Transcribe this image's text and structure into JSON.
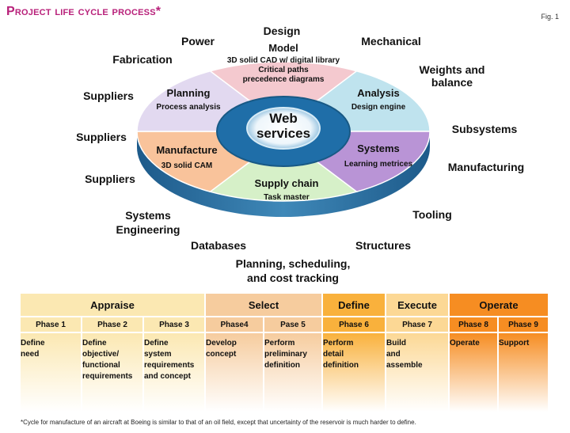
{
  "title": "Project life cycle process*",
  "fig_label": "Fig. 1",
  "hub": {
    "line1": "Web",
    "line2": "services"
  },
  "segments": {
    "design": {
      "title": "Model",
      "lines": [
        "3D solid CAD w/ digital library",
        "Critical paths",
        "precedence diagrams"
      ]
    },
    "analysis": {
      "title": "Analysis",
      "sub": "Design engine"
    },
    "systems": {
      "title": "Systems",
      "sub": "Learning metrices"
    },
    "supply": {
      "title": "Supply chain",
      "sub": "Task master"
    },
    "manufacture": {
      "title": "Manufacture",
      "sub": "3D solid CAM"
    },
    "planning": {
      "title": "Planning",
      "sub": "Process analysis"
    }
  },
  "outer_labels": {
    "design": "Design",
    "power": "Power",
    "mechanical": "Mechanical",
    "fabrication": "Fabrication",
    "weights1": "Weights and",
    "weights2": "balance",
    "suppliers1": "Suppliers",
    "suppliers2": "Suppliers",
    "suppliers3": "Suppliers",
    "subsystems": "Subsystems",
    "manufacturing": "Manufacturing",
    "tooling": "Tooling",
    "systems_eng1": "Systems",
    "systems_eng2": "Engineering",
    "databases": "Databases",
    "structures": "Structures",
    "planning1": "Planning, scheduling,",
    "planning2": "and cost tracking"
  },
  "stages": [
    {
      "name": "Appraise",
      "color": "#fbe8b2",
      "phases": [
        {
          "phase": "Phase 1",
          "activity": [
            "Define",
            "need"
          ]
        },
        {
          "phase": "Phase 2",
          "activity": [
            "Define",
            "objective/",
            "functional",
            "requirements"
          ]
        },
        {
          "phase": "Phase 3",
          "activity": [
            "Define",
            "system",
            "requirements",
            "and concept"
          ]
        }
      ]
    },
    {
      "name": "Select",
      "color": "#f6cc9e",
      "phases": [
        {
          "phase": "Phase4",
          "activity": [
            "Develop",
            "concept"
          ]
        },
        {
          "phase": "Pase 5",
          "activity": [
            "Perform",
            "preliminary",
            "definition"
          ]
        }
      ]
    },
    {
      "name": "Define",
      "color": "#f9b13c",
      "phases": [
        {
          "phase": "Phase 6",
          "activity": [
            "Perform",
            "detail",
            "definition"
          ]
        }
      ]
    },
    {
      "name": "Execute",
      "color": "#fcd895",
      "phases": [
        {
          "phase": "Phase 7",
          "activity": [
            "Build",
            "and",
            "assemble"
          ]
        }
      ]
    },
    {
      "name": "Operate",
      "color": "#f68d22",
      "phases": [
        {
          "phase": "Phase 8",
          "activity": [
            "Operate"
          ]
        },
        {
          "phase": "Phase 9",
          "activity": [
            "Support"
          ]
        }
      ]
    }
  ],
  "footnote": "*Cycle for manufacture of an aircraft at Boeing is similar to that of an oil field, except that uncertainty of the reservoir is much harder to define."
}
